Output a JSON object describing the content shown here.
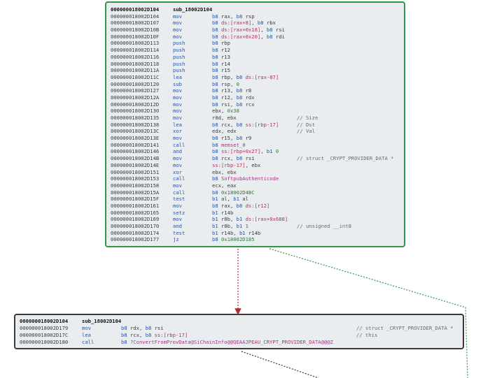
{
  "colors": {
    "true_edge": "#2e9a47",
    "false_edge": "#b03030",
    "block_bg": "#e9edf0"
  },
  "top_block": {
    "header_addr": "000000018002D104",
    "header_name": "sub_18002D104",
    "rows": [
      {
        "addr": "000000018002D104",
        "mnem": "mov",
        "ops": [
          [
            "kw",
            "b8 "
          ],
          [
            "reg",
            "rax, "
          ],
          [
            "kw",
            "b8 "
          ],
          [
            "reg",
            "rsp"
          ]
        ],
        "comment": ""
      },
      {
        "addr": "000000018002D107",
        "mnem": "mov",
        "ops": [
          [
            "kw",
            "b8 "
          ],
          [
            "seg",
            "ds:"
          ],
          [
            "disp",
            "[rax+8]"
          ],
          [
            "reg",
            ", "
          ],
          [
            "kw",
            "b8 "
          ],
          [
            "reg",
            "rbx"
          ]
        ],
        "comment": ""
      },
      {
        "addr": "000000018002D10B",
        "mnem": "mov",
        "ops": [
          [
            "kw",
            "b8 "
          ],
          [
            "seg",
            "ds:"
          ],
          [
            "disp",
            "[rax+0x18]"
          ],
          [
            "reg",
            ", "
          ],
          [
            "kw",
            "b8 "
          ],
          [
            "reg",
            "rsi"
          ]
        ],
        "comment": ""
      },
      {
        "addr": "000000018002D10F",
        "mnem": "mov",
        "ops": [
          [
            "kw",
            "b8 "
          ],
          [
            "seg",
            "ds:"
          ],
          [
            "disp",
            "[rax+0x20]"
          ],
          [
            "reg",
            ", "
          ],
          [
            "kw",
            "b8 "
          ],
          [
            "reg",
            "rdi"
          ]
        ],
        "comment": ""
      },
      {
        "addr": "000000018002D113",
        "mnem": "push",
        "ops": [
          [
            "kw",
            "b8 "
          ],
          [
            "reg",
            "rbp"
          ]
        ],
        "comment": ""
      },
      {
        "addr": "000000018002D114",
        "mnem": "push",
        "ops": [
          [
            "kw",
            "b8 "
          ],
          [
            "reg",
            "r12"
          ]
        ],
        "comment": ""
      },
      {
        "addr": "000000018002D116",
        "mnem": "push",
        "ops": [
          [
            "kw",
            "b8 "
          ],
          [
            "reg",
            "r13"
          ]
        ],
        "comment": ""
      },
      {
        "addr": "000000018002D118",
        "mnem": "push",
        "ops": [
          [
            "kw",
            "b8 "
          ],
          [
            "reg",
            "r14"
          ]
        ],
        "comment": ""
      },
      {
        "addr": "000000018002D11A",
        "mnem": "push",
        "ops": [
          [
            "kw",
            "b8 "
          ],
          [
            "reg",
            "r15"
          ]
        ],
        "comment": ""
      },
      {
        "addr": "000000018002D11C",
        "mnem": "lea",
        "ops": [
          [
            "kw",
            "b8 "
          ],
          [
            "reg",
            "rbp, "
          ],
          [
            "kw",
            "b8 "
          ],
          [
            "seg",
            "ds:"
          ],
          [
            "disp",
            "[rax-87]"
          ]
        ],
        "comment": ""
      },
      {
        "addr": "000000018002D120",
        "mnem": "sub",
        "ops": [
          [
            "kw",
            "b8 "
          ],
          [
            "reg",
            "rsp, "
          ],
          [
            "num",
            "0"
          ]
        ],
        "comment": ""
      },
      {
        "addr": "000000018002D127",
        "mnem": "mov",
        "ops": [
          [
            "kw",
            "b8 "
          ],
          [
            "reg",
            "r13, "
          ],
          [
            "kw",
            "b8 "
          ],
          [
            "reg",
            "r8"
          ]
        ],
        "comment": ""
      },
      {
        "addr": "000000018002D12A",
        "mnem": "mov",
        "ops": [
          [
            "kw",
            "b8 "
          ],
          [
            "reg",
            "r12, "
          ],
          [
            "kw",
            "b8 "
          ],
          [
            "reg",
            "rdx"
          ]
        ],
        "comment": ""
      },
      {
        "addr": "000000018002D12D",
        "mnem": "mov",
        "ops": [
          [
            "kw",
            "b8 "
          ],
          [
            "reg",
            "rsi, "
          ],
          [
            "kw",
            "b8 "
          ],
          [
            "reg",
            "rcx"
          ]
        ],
        "comment": ""
      },
      {
        "addr": "000000018002D130",
        "mnem": "mov",
        "ops": [
          [
            "reg",
            "ebx, "
          ],
          [
            "num",
            "0x38"
          ]
        ],
        "comment": ""
      },
      {
        "addr": "000000018002D135",
        "mnem": "mov",
        "ops": [
          [
            "reg",
            "r8d, ebx"
          ]
        ],
        "comment": "// Size"
      },
      {
        "addr": "000000018002D138",
        "mnem": "lea",
        "ops": [
          [
            "kw",
            "b8 "
          ],
          [
            "reg",
            "rcx, "
          ],
          [
            "kw",
            "b8 "
          ],
          [
            "seg",
            "ss:"
          ],
          [
            "disp",
            "[rbp-17]"
          ]
        ],
        "comment": "// Dst"
      },
      {
        "addr": "000000018002D13C",
        "mnem": "xor",
        "ops": [
          [
            "reg",
            "edx, edx"
          ]
        ],
        "comment": "// Val"
      },
      {
        "addr": "000000018002D13E",
        "mnem": "mov",
        "ops": [
          [
            "kw",
            "b8 "
          ],
          [
            "reg",
            "r15, "
          ],
          [
            "kw",
            "b8 "
          ],
          [
            "reg",
            "r9"
          ]
        ],
        "comment": ""
      },
      {
        "addr": "000000018002D141",
        "mnem": "call",
        "ops": [
          [
            "kw",
            "b8 "
          ],
          [
            "loc",
            "memset_0"
          ]
        ],
        "comment": ""
      },
      {
        "addr": "000000018002D146",
        "mnem": "and",
        "ops": [
          [
            "kw",
            "b8 "
          ],
          [
            "seg",
            "ss:"
          ],
          [
            "disp",
            "[rbp+0x27]"
          ],
          [
            "reg",
            ", "
          ],
          [
            "kw",
            "b1 "
          ],
          [
            "num",
            "0"
          ]
        ],
        "comment": ""
      },
      {
        "addr": "000000018002D14B",
        "mnem": "mov",
        "ops": [
          [
            "kw",
            "b8 "
          ],
          [
            "reg",
            "rcx, "
          ],
          [
            "kw",
            "b8 "
          ],
          [
            "reg",
            "rsi"
          ]
        ],
        "comment": "// struct _CRYPT_PROVIDER_DATA *"
      },
      {
        "addr": "000000018002D14E",
        "mnem": "mov",
        "ops": [
          [
            "seg",
            "ss:"
          ],
          [
            "disp",
            "[rbp-17]"
          ],
          [
            "reg",
            ", ebx"
          ]
        ],
        "comment": ""
      },
      {
        "addr": "000000018002D151",
        "mnem": "xor",
        "ops": [
          [
            "reg",
            "ebx, ebx"
          ]
        ],
        "comment": ""
      },
      {
        "addr": "000000018002D153",
        "mnem": "call",
        "ops": [
          [
            "kw",
            "b8 "
          ],
          [
            "loc",
            "SoftpubAuthenticode"
          ]
        ],
        "comment": ""
      },
      {
        "addr": "000000018002D158",
        "mnem": "mov",
        "ops": [
          [
            "reg",
            "ecx, eax"
          ]
        ],
        "comment": ""
      },
      {
        "addr": "000000018002D15A",
        "mnem": "call",
        "ops": [
          [
            "kw",
            "b8 "
          ],
          [
            "num",
            "0x18002D4BC"
          ]
        ],
        "comment": ""
      },
      {
        "addr": "000000018002D15F",
        "mnem": "test",
        "ops": [
          [
            "kw",
            "b1 "
          ],
          [
            "reg",
            "al, "
          ],
          [
            "kw",
            "b1 "
          ],
          [
            "reg",
            "al"
          ]
        ],
        "comment": ""
      },
      {
        "addr": "000000018002D161",
        "mnem": "mov",
        "ops": [
          [
            "kw",
            "b8 "
          ],
          [
            "reg",
            "rax, "
          ],
          [
            "kw",
            "b8 "
          ],
          [
            "seg",
            "ds:"
          ],
          [
            "disp",
            "[r12]"
          ]
        ],
        "comment": ""
      },
      {
        "addr": "000000018002D165",
        "mnem": "setz",
        "ops": [
          [
            "kw",
            "b1 "
          ],
          [
            "reg",
            "r14b"
          ]
        ],
        "comment": ""
      },
      {
        "addr": "000000018002D169",
        "mnem": "mov",
        "ops": [
          [
            "kw",
            "b1 "
          ],
          [
            "reg",
            "r8b, "
          ],
          [
            "kw",
            "b1 "
          ],
          [
            "seg",
            "ds:"
          ],
          [
            "disp",
            "[rax+0x688]"
          ]
        ],
        "comment": ""
      },
      {
        "addr": "000000018002D170",
        "mnem": "and",
        "ops": [
          [
            "kw",
            "b1 "
          ],
          [
            "reg",
            "r8b, "
          ],
          [
            "kw",
            "b1 "
          ],
          [
            "num",
            "1"
          ]
        ],
        "comment": "// unsigned __int8"
      },
      {
        "addr": "000000018002D174",
        "mnem": "test",
        "ops": [
          [
            "kw",
            "b1 "
          ],
          [
            "reg",
            "r14b, "
          ],
          [
            "kw",
            "b1 "
          ],
          [
            "reg",
            "r14b"
          ]
        ],
        "comment": ""
      },
      {
        "addr": "000000018002D177",
        "mnem": "jz",
        "ops": [
          [
            "kw",
            "b8 "
          ],
          [
            "num",
            "0x18002D185"
          ]
        ],
        "comment": ""
      }
    ]
  },
  "bottom_block": {
    "header_addr": "000000018002D104",
    "header_name": "sub_18002D104",
    "rows": [
      {
        "addr": "000000018002D179",
        "mnem": "mov",
        "ops": [
          [
            "kw",
            "b8 "
          ],
          [
            "reg",
            "rdx, "
          ],
          [
            "kw",
            "b8 "
          ],
          [
            "reg",
            "rsi"
          ]
        ],
        "comment": "// struct _CRYPT_PROVIDER_DATA *"
      },
      {
        "addr": "000000018002D17C",
        "mnem": "lea",
        "ops": [
          [
            "kw",
            "b8 "
          ],
          [
            "reg",
            "rcx, "
          ],
          [
            "kw",
            "b8 "
          ],
          [
            "seg",
            "ss:"
          ],
          [
            "disp",
            "[rbp-17]"
          ]
        ],
        "comment": "// this"
      },
      {
        "addr": "000000018002D180",
        "mnem": "call",
        "ops": [
          [
            "kw",
            "b8 "
          ],
          [
            "loc",
            "?ConvertFromProvData@SiChainInfo@@QEAAJPEAU_CRYPT_PROVIDER_DATA@@@Z"
          ]
        ],
        "comment": ""
      }
    ]
  }
}
